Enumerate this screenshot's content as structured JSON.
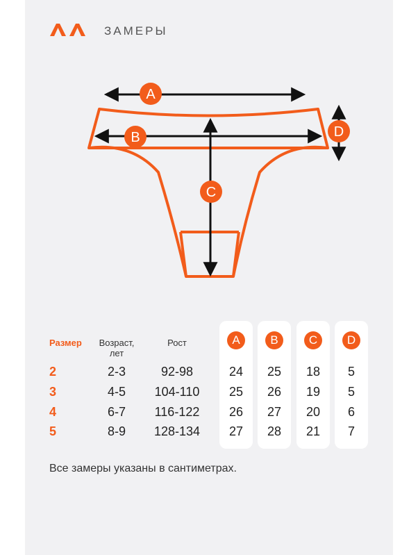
{
  "header": {
    "title": "ЗАМЕРЫ",
    "logo_icon": "orange-double-chevron-logo"
  },
  "colors": {
    "accent": "#f25c1b",
    "panel": "#f1f1f3",
    "card": "#ffffff"
  },
  "diagram": {
    "labels": {
      "A": "A",
      "B": "B",
      "C": "C",
      "D": "D"
    }
  },
  "table": {
    "headers": {
      "size": "Размер",
      "age_line1": "Возраст,",
      "age_line2": "лет",
      "height": "Рост",
      "a": "A",
      "b": "B",
      "c": "C",
      "d": "D"
    },
    "rows": [
      {
        "size": "2",
        "age": "2-3",
        "height": "92-98",
        "a": "24",
        "b": "25",
        "c": "18",
        "d": "5"
      },
      {
        "size": "3",
        "age": "4-5",
        "height": "104-110",
        "a": "25",
        "b": "26",
        "c": "19",
        "d": "5"
      },
      {
        "size": "4",
        "age": "6-7",
        "height": "116-122",
        "a": "26",
        "b": "27",
        "c": "20",
        "d": "6"
      },
      {
        "size": "5",
        "age": "8-9",
        "height": "128-134",
        "a": "27",
        "b": "28",
        "c": "21",
        "d": "7"
      }
    ]
  },
  "note": "Все замеры указаны в сантиметрах."
}
